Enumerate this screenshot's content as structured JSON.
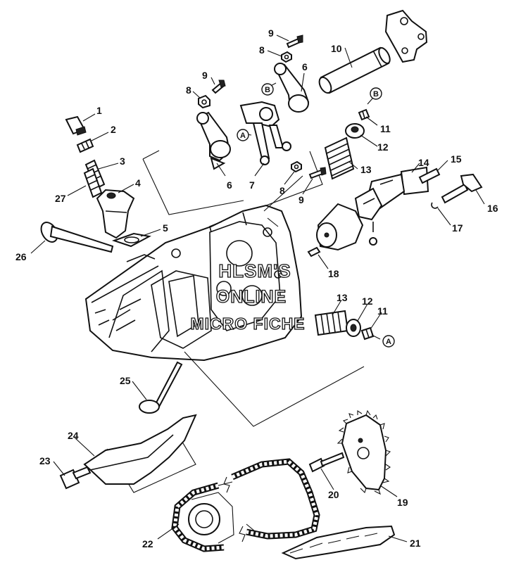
{
  "watermark": {
    "line1": "HLSM'S",
    "line2": "ONLINE",
    "line3": "MICRO FICHE"
  },
  "callouts": [
    {
      "id": "c1",
      "label": "1"
    },
    {
      "id": "c2",
      "label": "2"
    },
    {
      "id": "c3",
      "label": "3"
    },
    {
      "id": "c4",
      "label": "4"
    },
    {
      "id": "c5",
      "label": "5"
    },
    {
      "id": "c6a",
      "label": "6"
    },
    {
      "id": "c6b",
      "label": "6"
    },
    {
      "id": "c7",
      "label": "7"
    },
    {
      "id": "c8a",
      "label": "8"
    },
    {
      "id": "c8b",
      "label": "8"
    },
    {
      "id": "c8c",
      "label": "8"
    },
    {
      "id": "c9a",
      "label": "9"
    },
    {
      "id": "c9b",
      "label": "9"
    },
    {
      "id": "c9c",
      "label": "9"
    },
    {
      "id": "c10",
      "label": "10"
    },
    {
      "id": "c11a",
      "label": "11"
    },
    {
      "id": "c11b",
      "label": "11"
    },
    {
      "id": "c12a",
      "label": "12"
    },
    {
      "id": "c12b",
      "label": "12"
    },
    {
      "id": "c13a",
      "label": "13"
    },
    {
      "id": "c13b",
      "label": "13"
    },
    {
      "id": "c14",
      "label": "14"
    },
    {
      "id": "c15",
      "label": "15"
    },
    {
      "id": "c16",
      "label": "16"
    },
    {
      "id": "c17",
      "label": "17"
    },
    {
      "id": "c18",
      "label": "18"
    },
    {
      "id": "c19",
      "label": "19"
    },
    {
      "id": "c20",
      "label": "20"
    },
    {
      "id": "c21",
      "label": "21"
    },
    {
      "id": "c22",
      "label": "22"
    },
    {
      "id": "c23",
      "label": "23"
    },
    {
      "id": "c24",
      "label": "24"
    },
    {
      "id": "c25",
      "label": "25"
    },
    {
      "id": "c26",
      "label": "26"
    },
    {
      "id": "c27",
      "label": "27"
    }
  ],
  "references": [
    {
      "id": "rA1",
      "label": "A"
    },
    {
      "id": "rA2",
      "label": "A"
    },
    {
      "id": "rB1",
      "label": "B"
    },
    {
      "id": "rB2",
      "label": "B"
    }
  ]
}
